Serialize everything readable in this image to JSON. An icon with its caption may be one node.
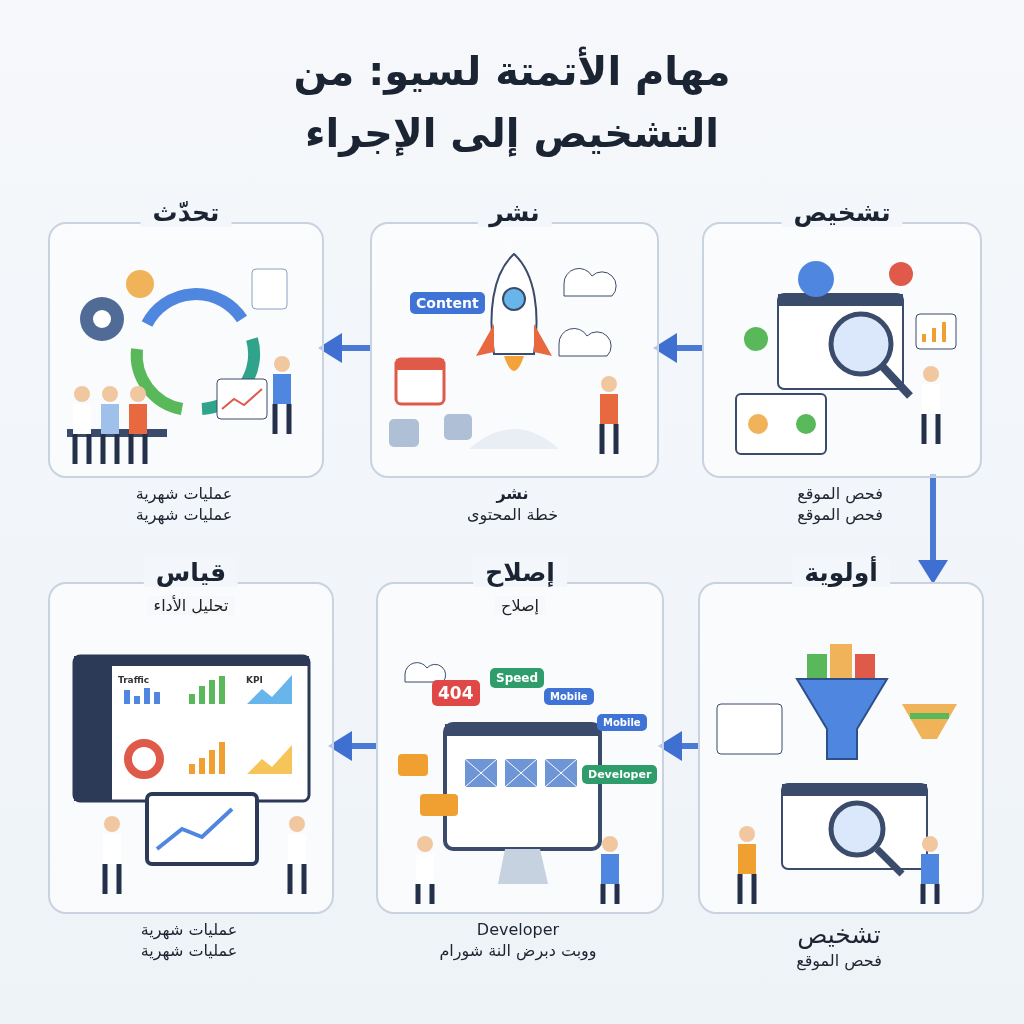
{
  "diagram": {
    "title": "مهام الأتمتة لسيو: من التشخيص إلى الإجراء",
    "nodes": [
      {
        "text": [
          "تشخيص"
        ],
        "beside": [
          "فحص الموقع",
          "فحص الموقع"
        ]
      },
      {
        "text": [
          "نشر"
        ],
        "beside": [
          "نشر",
          "خطة المحتوى"
        ]
      },
      {
        "text": [
          "تحدّث"
        ],
        "beside": [
          "عمليات شهرية",
          "عمليات شهرية"
        ]
      },
      {
        "text": [
          "أولوية"
        ],
        "beside": [
          "تشخيص",
          "فحص الموقع"
        ]
      },
      {
        "text": [
          "إصلاح",
          "إصلاح"
        ],
        "beside": [
          "Developer",
          "ووبت دبرض النة شورام"
        ]
      },
      {
        "text": [
          "قياس",
          "تحليل الأداء"
        ],
        "beside": [
          "عمليات شهرية",
          "عمليات شهرية"
        ]
      }
    ],
    "edges": [
      {
        "from": 0,
        "to": 1,
        "arrow": "to"
      },
      {
        "from": 1,
        "to": 2,
        "arrow": "to"
      },
      {
        "from": 0,
        "to": 3,
        "arrow": "to"
      },
      {
        "from": 3,
        "to": 4,
        "arrow": "to"
      },
      {
        "from": 4,
        "to": 5,
        "arrow": "to"
      }
    ],
    "labels": [
      "Content",
      "404",
      "Speed",
      "Mobile",
      "Mobile",
      "Developer",
      "Traffic",
      "KPI"
    ]
  }
}
